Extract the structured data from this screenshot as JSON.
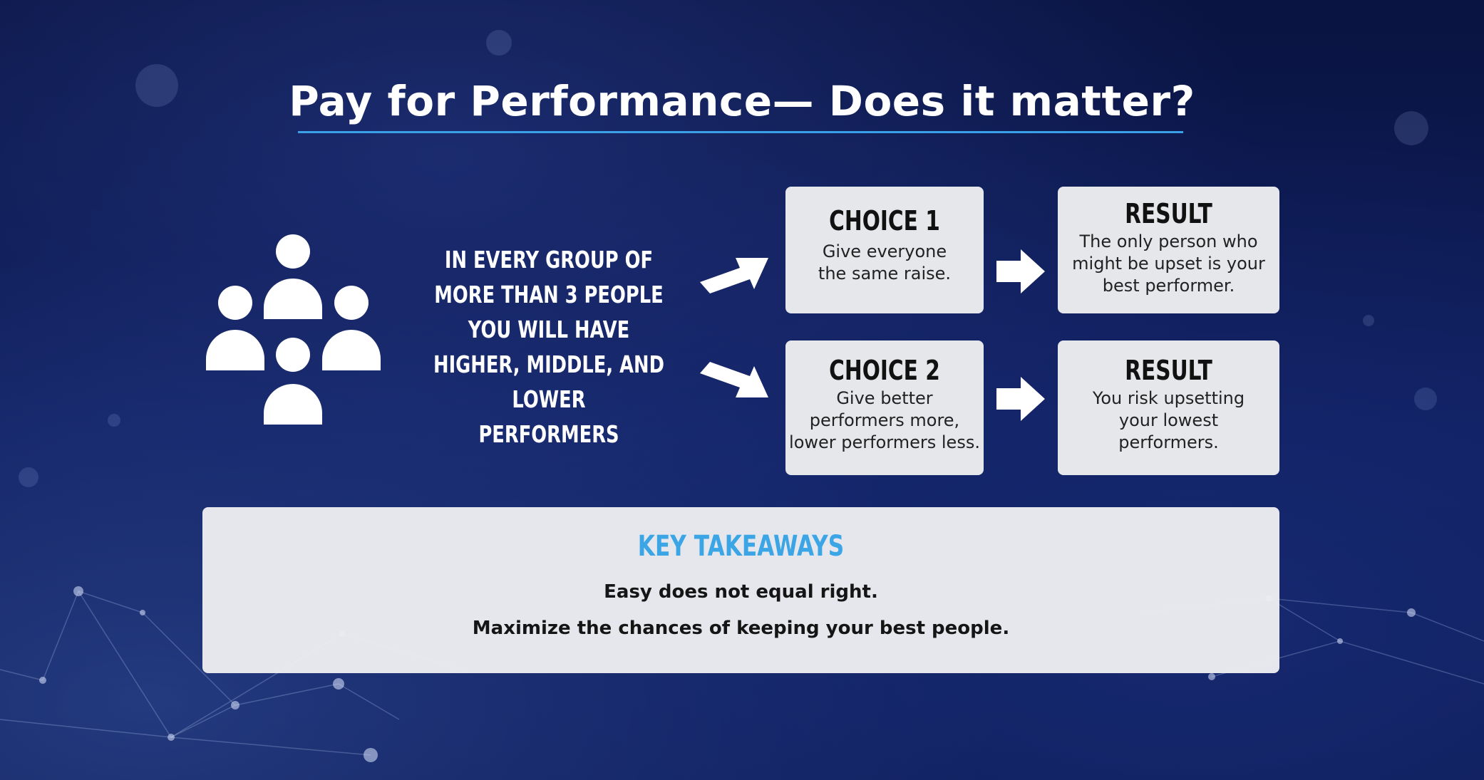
{
  "slide": {
    "title": "Pay for Performance— Does it matter?",
    "intro_text": "IN EVERY GROUP OF\nMORE THAN 3 PEOPLE\nYOU WILL HAVE\nHIGHER, MIDDLE, AND LOWER\nPERFORMERS"
  },
  "choices": [
    {
      "title": "CHOICE 1",
      "body": "Give everyone\nthe same raise.",
      "result_title": "RESULT",
      "result_body": "The only person who\nmight be upset is your\nbest performer."
    },
    {
      "title": "CHOICE 2",
      "body": "Give better\nperformers more,\nlower performers less.",
      "result_title": "RESULT",
      "result_body": "You risk upsetting\nyour lowest\nperformers."
    }
  ],
  "takeaways": {
    "title": "KEY TAKEAWAYS",
    "lines": [
      "Easy does not equal right.",
      "Maximize the chances of keeping your best people."
    ]
  },
  "icons": {
    "group": "people-group-icon",
    "arrow": "arrow-right-icon"
  },
  "colors": {
    "background": "#0b1748",
    "accent": "#3aa0e8",
    "card": "#e6e7eb"
  }
}
